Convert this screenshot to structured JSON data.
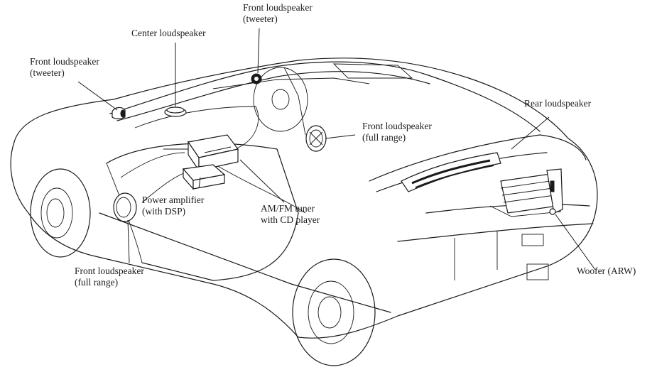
{
  "diagram": {
    "subject": "Car audio system component layout",
    "colors": {
      "line": "#1a1a1a",
      "background": "#ffffff"
    },
    "labels": [
      {
        "id": "front-tweeter-left",
        "lines": [
          "Front loudspeaker",
          "(tweeter)"
        ]
      },
      {
        "id": "center-loudspeaker",
        "lines": [
          "Center loudspeaker"
        ]
      },
      {
        "id": "front-tweeter-right",
        "lines": [
          "Front loudspeaker",
          "(tweeter)"
        ]
      },
      {
        "id": "front-full-range-right",
        "lines": [
          "Front loudspeaker",
          "(full range)"
        ]
      },
      {
        "id": "rear-loudspeaker",
        "lines": [
          "Rear loudspeaker"
        ]
      },
      {
        "id": "power-amplifier",
        "lines": [
          "Power amplifier",
          "(with DSP)"
        ]
      },
      {
        "id": "am-fm-tuner",
        "lines": [
          "AM/FM tuner",
          "with CD player"
        ]
      },
      {
        "id": "front-full-range-left",
        "lines": [
          "Front loudspeaker",
          "(full range)"
        ]
      },
      {
        "id": "woofer",
        "lines": [
          "Woofer (ARW)"
        ]
      }
    ]
  }
}
